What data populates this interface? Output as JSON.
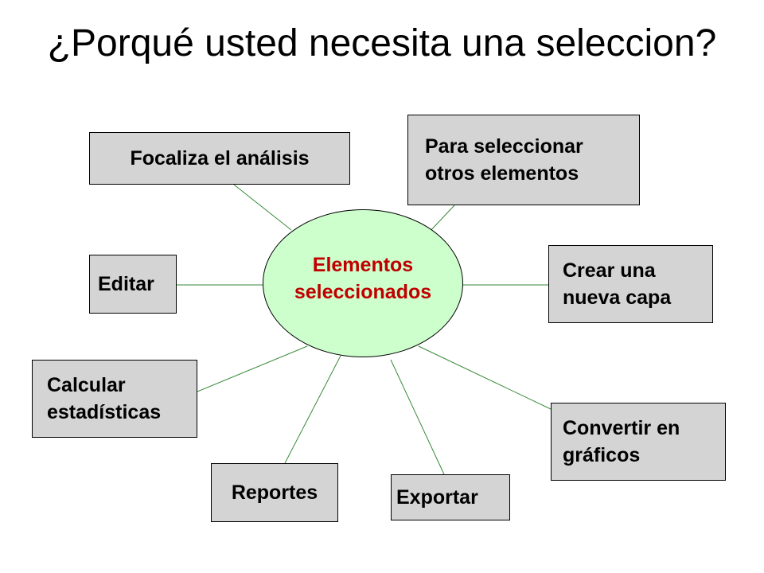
{
  "slide": {
    "title": "¿Porqué usted necesita una seleccion?"
  },
  "center": {
    "label": "Elementos\nseleccionados",
    "fill_color": "#ccffcc",
    "text_color": "#c00000"
  },
  "nodes": {
    "focaliza": "Focaliza el análisis",
    "seleccionar": "Para seleccionar\notros elementos",
    "editar": "Editar",
    "crear": "Crear una\nnueva capa",
    "calcular": "Calcular\nestadísticas",
    "convertir": "Convertir en\ngráficos",
    "reportes": "Reportes",
    "exportar": "Exportar"
  },
  "colors": {
    "box_fill": "#d4d4d4",
    "connector": "#3a8a3a"
  }
}
